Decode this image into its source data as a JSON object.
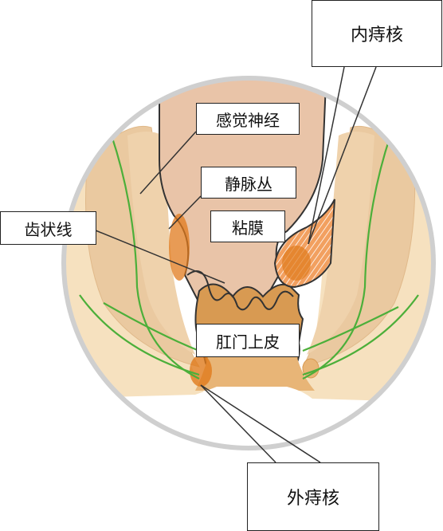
{
  "diagram": {
    "labels": {
      "internal_hemorrhoid": "内痔核",
      "sensory_nerve": "感觉神经",
      "venous_plexus": "静脉丛",
      "dentate_line": "齿状线",
      "mucosa": "粘膜",
      "anal_epithelium": "肛门上皮",
      "external_hemorrhoid": "外痔核"
    },
    "colors": {
      "circle_border": "#cfcfcf",
      "skin": "#f6e1bf",
      "muscle": "#eac9a0",
      "mucosa_pink": "#e9c4a8",
      "anal_canal": "#d89a52",
      "nerve_green": "#4caf3a",
      "hemorrhoid_orange": "#e07a1c",
      "outline": "#333333"
    }
  }
}
